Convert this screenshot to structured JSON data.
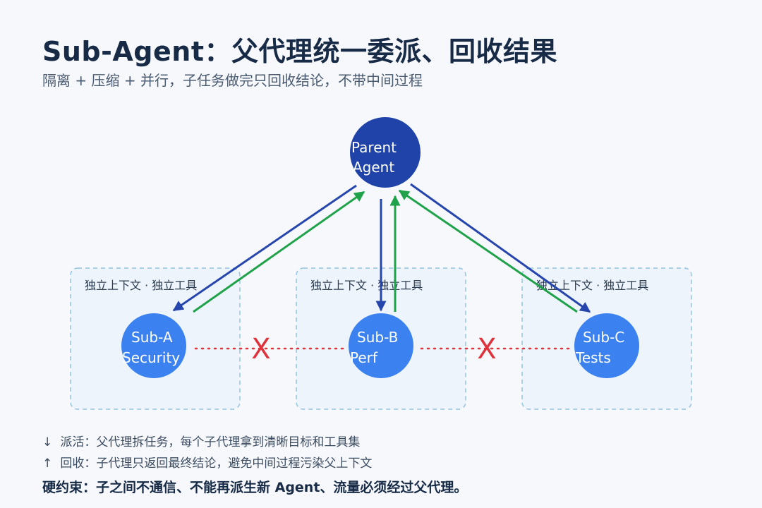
{
  "header": {
    "title": "Sub-Agent：父代理统一委派、回收结果",
    "subtitle": "隔离 + 压缩 + 并行，子任务做完只回收结论，不带中间过程"
  },
  "parent": {
    "line1": "Parent",
    "line2": "Agent"
  },
  "boxes": [
    {
      "label": "独立上下文 · 独立工具",
      "node_line1": "Sub-A",
      "node_line2": "Security"
    },
    {
      "label": "独立上下文 · 独立工具",
      "node_line1": "Sub-B",
      "node_line2": "Perf"
    },
    {
      "label": "独立上下文 · 独立工具",
      "node_line1": "Sub-C",
      "node_line2": "Tests"
    }
  ],
  "blocked_mark": "X",
  "legend": [
    {
      "arrow": "↓",
      "text": "派活：父代理拆任务，每个子代理拿到清晰目标和工具集"
    },
    {
      "arrow": "↑",
      "text": "回收：子代理只返回最终结论，避免中间过程污染父上下文"
    }
  ],
  "constraint": "硬约束：子之间不通信、不能再派生新 Agent、流量必须经过父代理。",
  "colors": {
    "dispatch": "#2746ad",
    "return": "#1fa24a",
    "parent_node": "#1f43a8",
    "sub_node": "#3b82f0",
    "box_border": "#93c4e0",
    "box_fill": "#edf4fc",
    "blocked": "#e0323a"
  }
}
